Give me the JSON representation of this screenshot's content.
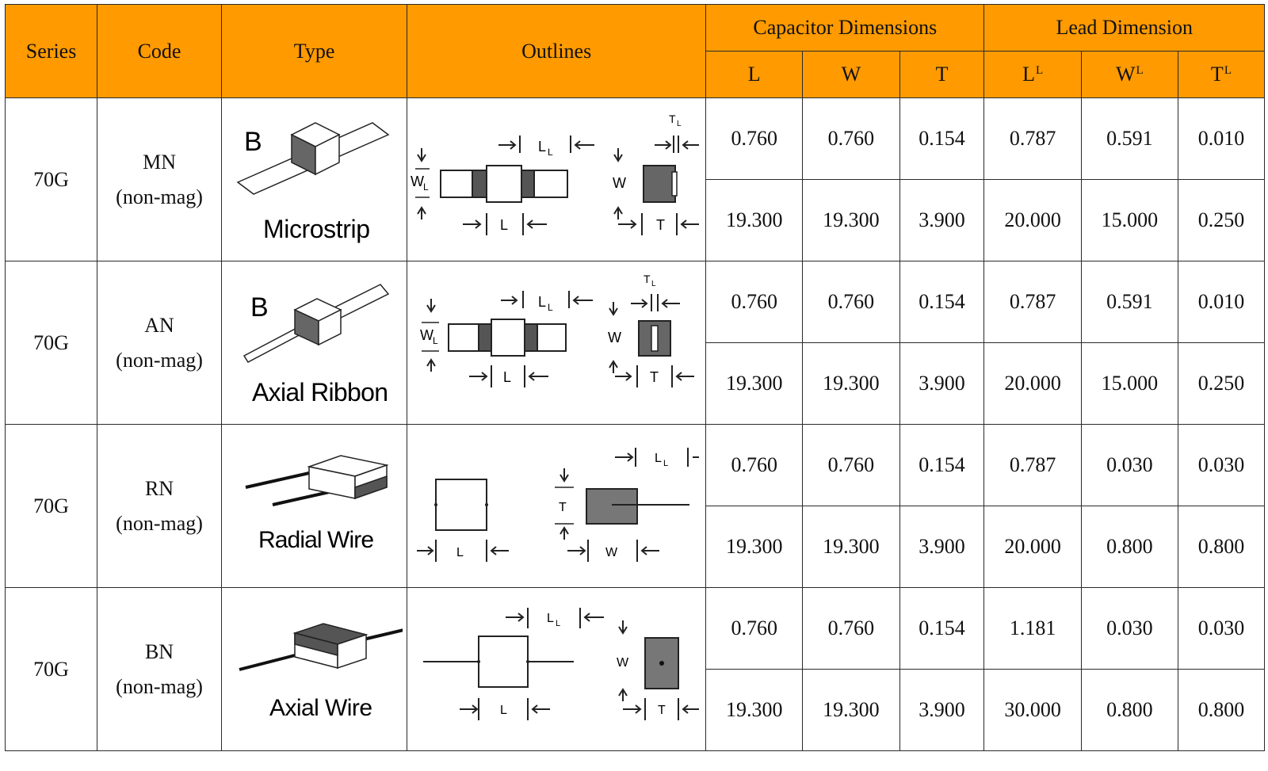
{
  "header": {
    "series": "Series",
    "code": "Code",
    "type": "Type",
    "outlines": "Outlines",
    "capacitor_dimensions": "Capacitor Dimensions",
    "lead_dimension": "Lead Dimension",
    "cap_cols": [
      "L",
      "W",
      "T"
    ],
    "lead_cols": [
      {
        "base": "L",
        "sub": "L"
      },
      {
        "base": "W",
        "sub": "L"
      },
      {
        "base": "T",
        "sub": "L"
      }
    ]
  },
  "rows": [
    {
      "series": "70G",
      "code": "MN",
      "code_note": "(non-mag)",
      "type_prefix": "B",
      "type_label": "Microstrip",
      "outline_labels": {
        "wl": "W",
        "wl_sub": "L",
        "ll": "L",
        "ll_sub": "L",
        "l": "L",
        "w": "W",
        "t": "T",
        "tl": "T",
        "tl_sub": "L"
      },
      "values": [
        [
          "0.760",
          "0.760",
          "0.154",
          "0.787",
          "0.591",
          "0.010"
        ],
        [
          "19.300",
          "19.300",
          "3.900",
          "20.000",
          "15.000",
          "0.250"
        ]
      ]
    },
    {
      "series": "70G",
      "code": "AN",
      "code_note": "(non-mag)",
      "type_prefix": "B",
      "type_label": "Axial Ribbon",
      "outline_labels": {
        "wl": "W",
        "wl_sub": "L",
        "ll": "L",
        "ll_sub": "L",
        "l": "L",
        "w": "W",
        "t": "T",
        "tl": "T",
        "tl_sub": "L"
      },
      "values": [
        [
          "0.760",
          "0.760",
          "0.154",
          "0.787",
          "0.591",
          "0.010"
        ],
        [
          "19.300",
          "19.300",
          "3.900",
          "20.000",
          "15.000",
          "0.250"
        ]
      ]
    },
    {
      "series": "70G",
      "code": "RN",
      "code_note": "(non-mag)",
      "type_label": "Radial Wire",
      "outline_labels": {
        "l": "L",
        "t": "T",
        "w": "W",
        "ll": "L",
        "ll_sub": "L"
      },
      "values": [
        [
          "0.760",
          "0.760",
          "0.154",
          "0.787",
          "0.030",
          "0.030"
        ],
        [
          "19.300",
          "19.300",
          "3.900",
          "20.000",
          "0.800",
          "0.800"
        ]
      ]
    },
    {
      "series": "70G",
      "code": "BN",
      "code_note": "(non-mag)",
      "type_label": "Axial Wire",
      "outline_labels": {
        "ll": "L",
        "ll_sub": "L",
        "l": "L",
        "w": "W",
        "t": "T"
      },
      "values": [
        [
          "0.760",
          "0.760",
          "0.154",
          "1.181",
          "0.030",
          "0.030"
        ],
        [
          "19.300",
          "19.300",
          "3.900",
          "30.000",
          "0.800",
          "0.800"
        ]
      ]
    }
  ]
}
